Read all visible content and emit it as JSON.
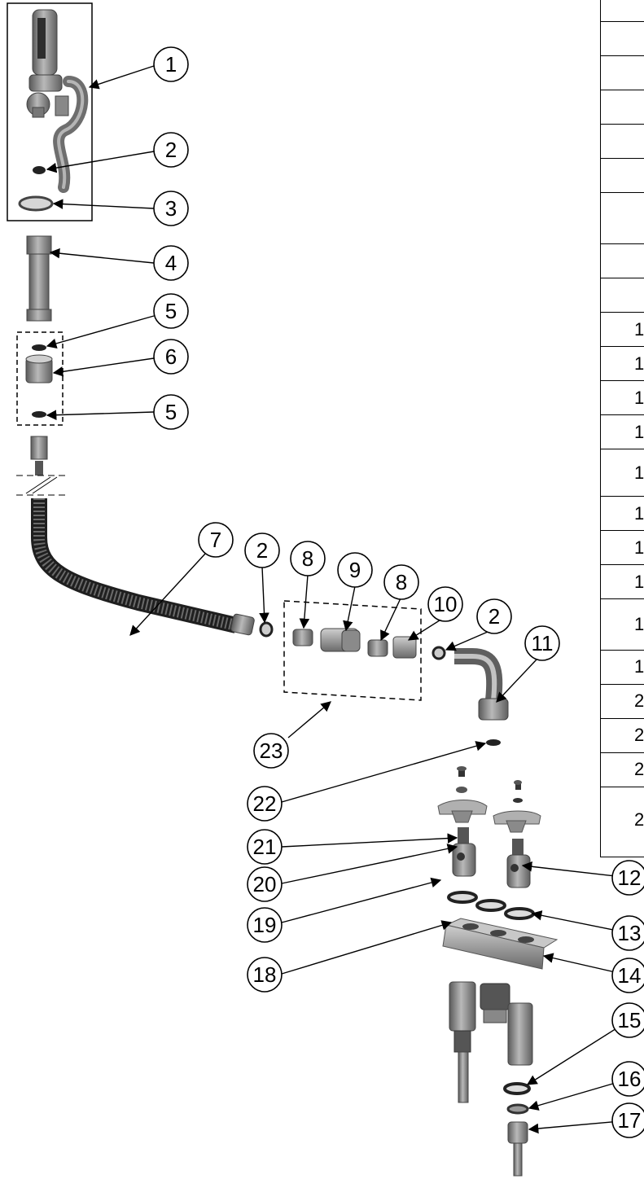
{
  "callouts": {
    "c1": "1",
    "c2a": "2",
    "c3": "3",
    "c4": "4",
    "c5a": "5",
    "c6": "6",
    "c5b": "5",
    "c7": "7",
    "c2b": "2",
    "c8a": "8",
    "c9": "9",
    "c8b": "8",
    "c10": "10",
    "c2c": "2",
    "c11": "11",
    "c23": "23",
    "c22": "22",
    "c21": "21",
    "c20": "20",
    "c12": "12",
    "c19": "19",
    "c13": "13",
    "c18": "18",
    "c14": "14",
    "c15": "15",
    "c16": "16",
    "c17": "17"
  },
  "parts_table": {
    "rows": [
      "1",
      "1",
      "1",
      "1",
      "1",
      "1",
      "1",
      "1",
      "1",
      "1",
      "2",
      "2",
      "2",
      "2"
    ]
  },
  "colors": {
    "part": "#7a7a7a",
    "dark": "#333333",
    "line": "#000000"
  }
}
